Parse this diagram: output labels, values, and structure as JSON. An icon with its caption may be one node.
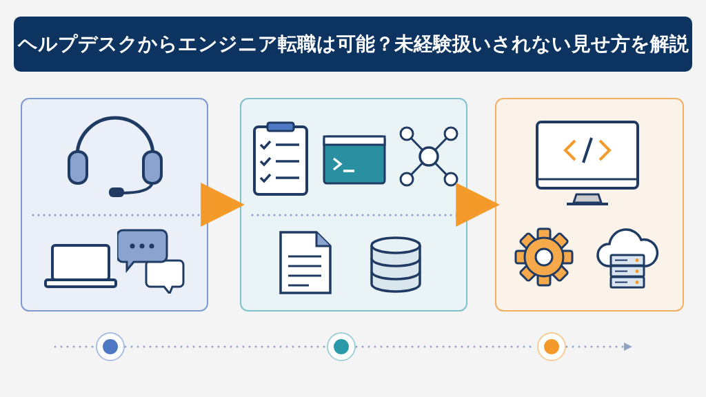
{
  "diagram": {
    "title": "ヘルプデスクからエンジニア転職は可能？未経験扱いされない見せ方を解説",
    "nodes": [
      {
        "text": [],
        "shape": "box"
      },
      {
        "text": [],
        "shape": "box"
      },
      {
        "text": [],
        "shape": "box"
      },
      {
        "text": [],
        "shape": "circle"
      },
      {
        "text": [],
        "shape": "circle"
      },
      {
        "text": [],
        "shape": "circle"
      }
    ],
    "edges": [
      {
        "from": 0,
        "to": 1,
        "arrow": "to",
        "style": "thick",
        "color": "#f39a2b"
      },
      {
        "from": 1,
        "to": 2,
        "arrow": "to",
        "style": "thick",
        "color": "#f39a2b"
      },
      {
        "from": null,
        "to": 3,
        "arrow": "none",
        "style": "dashed"
      },
      {
        "from": 3,
        "to": 4,
        "arrow": "none",
        "style": "dashed"
      },
      {
        "from": 4,
        "to": 5,
        "arrow": "none",
        "style": "dashed"
      },
      {
        "from": 5,
        "to": null,
        "arrow": "to",
        "style": "dashed"
      }
    ]
  }
}
